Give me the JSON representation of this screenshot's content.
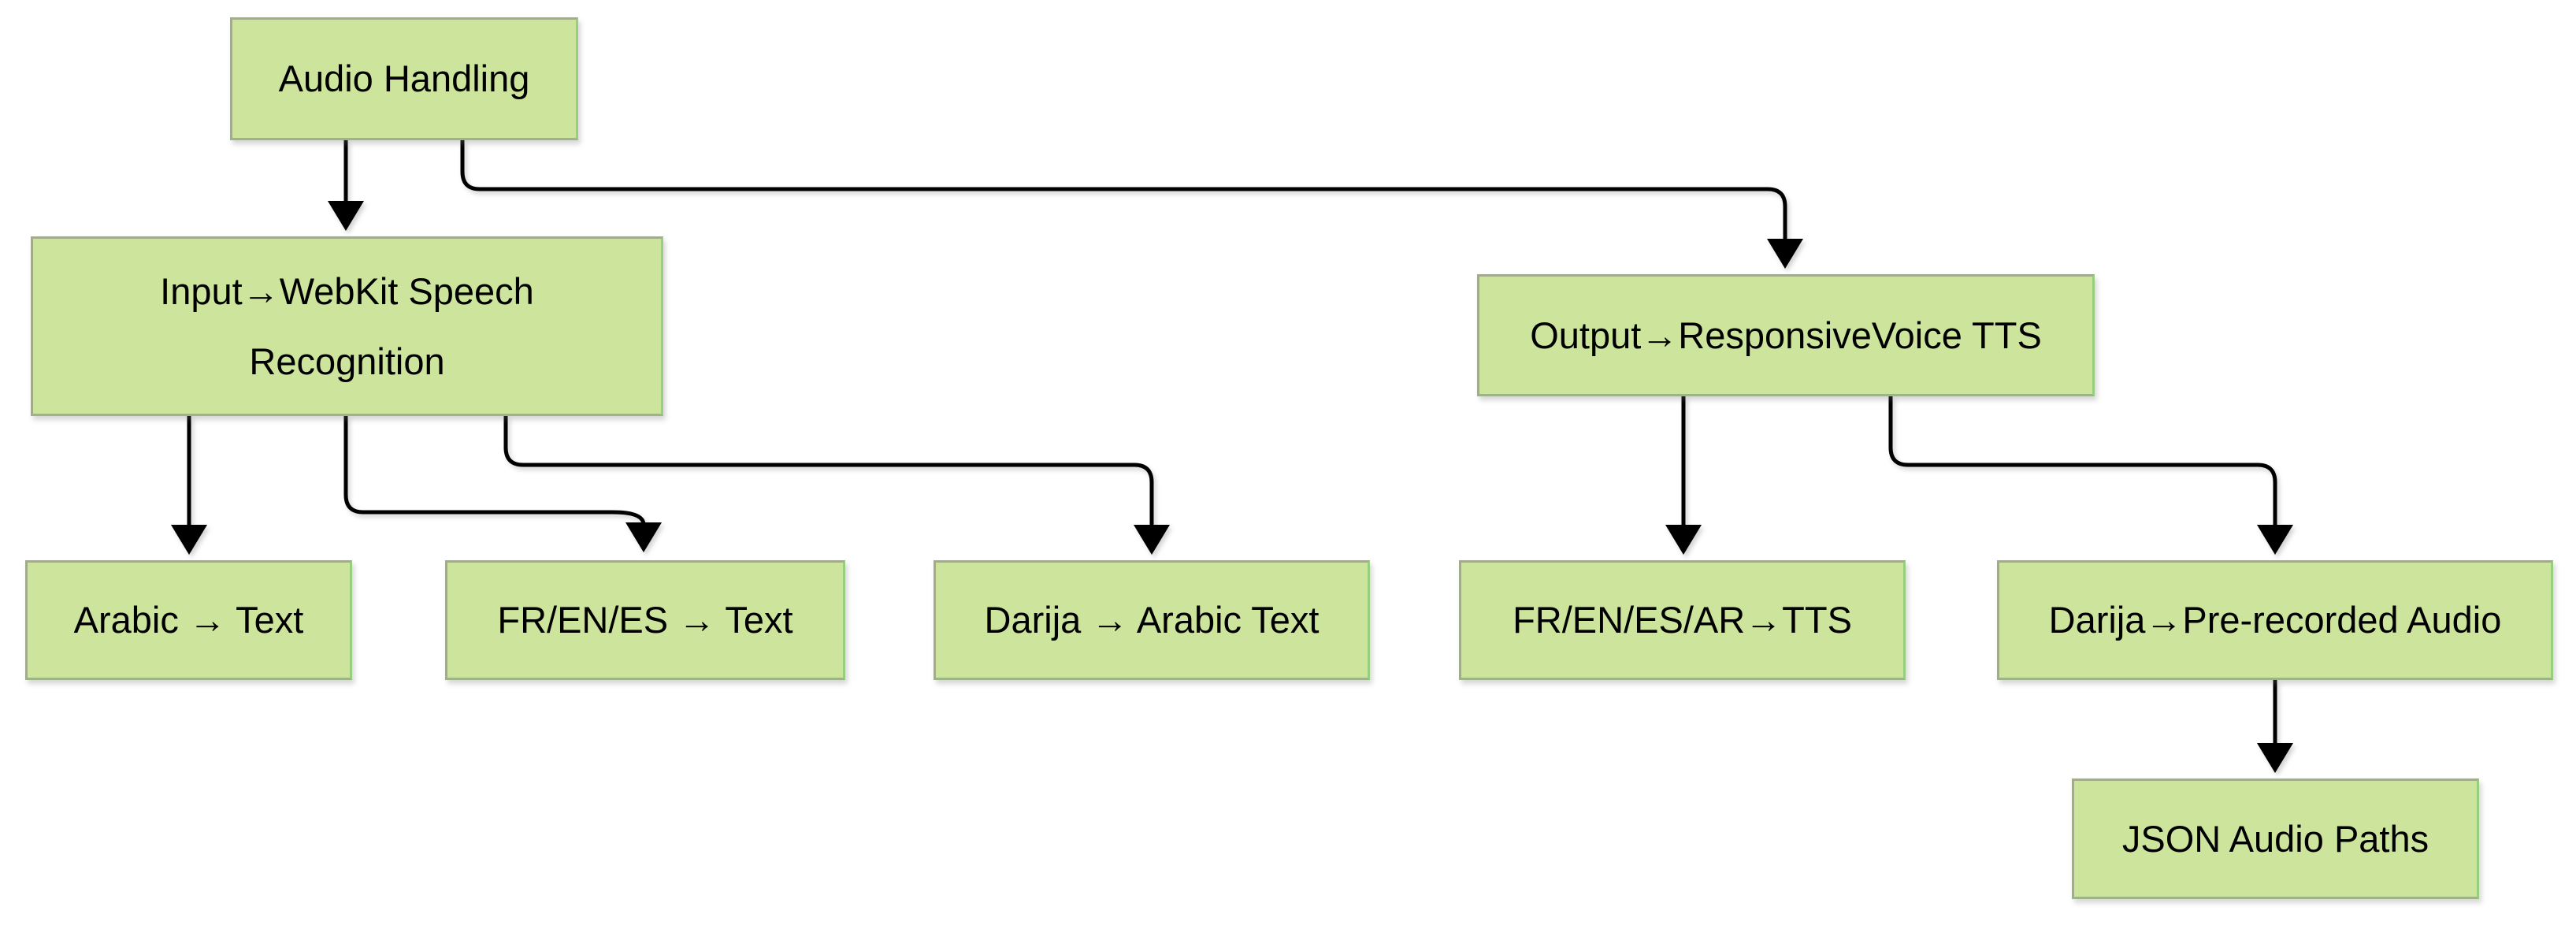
{
  "diagram": {
    "type": "flowchart",
    "orientation": "top-down",
    "colors": {
      "background": "#ffffff",
      "node_fill": "#cde49c",
      "node_border_dark": "#a2ab8c",
      "node_border_light": "#96cf7e",
      "node_text": "#000000",
      "connector": "#000000"
    },
    "nodes": {
      "audio_handling": {
        "label": "Audio Handling"
      },
      "input_speech": {
        "label": "Input→WebKit Speech Recognition"
      },
      "output_tts": {
        "label": "Output→ResponsiveVoice TTS"
      },
      "arabic_text": {
        "label": "Arabic → Text"
      },
      "fr_en_es_text": {
        "label": "FR/EN/ES → Text"
      },
      "darija_arabic_text": {
        "label": "Darija → Arabic Text"
      },
      "fr_en_es_ar_tts": {
        "label": "FR/EN/ES/AR→TTS"
      },
      "darija_prerecorded": {
        "label": "Darija→Pre-recorded Audio"
      },
      "json_audio_paths": {
        "label": "JSON Audio Paths"
      }
    },
    "edges": [
      {
        "from": "Audio Handling",
        "to": "Input→WebKit Speech Recognition"
      },
      {
        "from": "Audio Handling",
        "to": "Output→ResponsiveVoice TTS"
      },
      {
        "from": "Input→WebKit Speech Recognition",
        "to": "Arabic → Text"
      },
      {
        "from": "Input→WebKit Speech Recognition",
        "to": "FR/EN/ES → Text"
      },
      {
        "from": "Input→WebKit Speech Recognition",
        "to": "Darija → Arabic Text"
      },
      {
        "from": "Output→ResponsiveVoice TTS",
        "to": "FR/EN/ES/AR→TTS"
      },
      {
        "from": "Output→ResponsiveVoice TTS",
        "to": "Darija→Pre-recorded Audio"
      },
      {
        "from": "Darija→Pre-recorded Audio",
        "to": "JSON Audio Paths"
      }
    ]
  }
}
